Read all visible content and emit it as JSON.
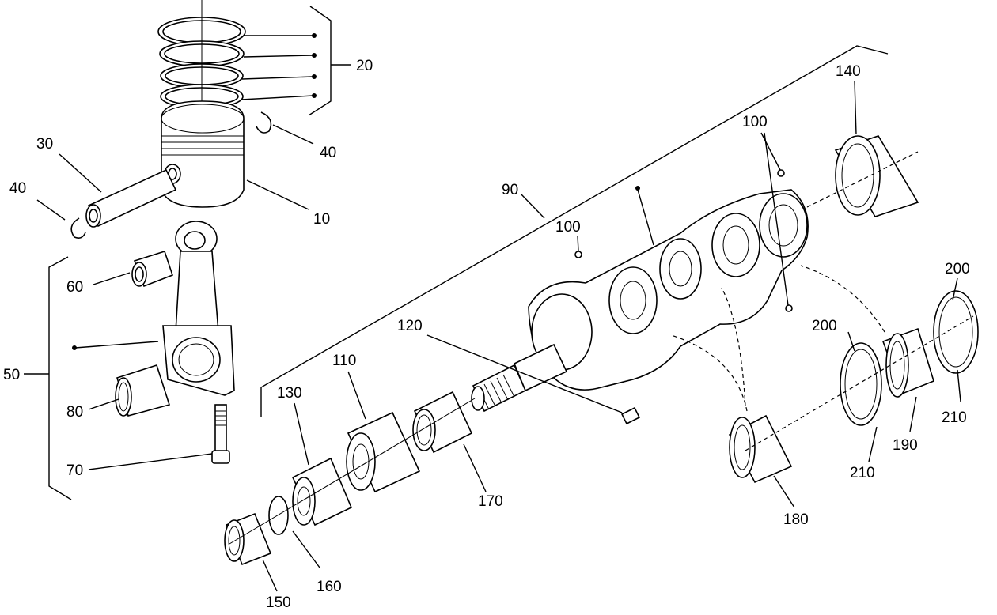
{
  "labels": {
    "l10": "10",
    "l20": "20",
    "l30": "30",
    "l40a": "40",
    "l40b": "40",
    "l50": "50",
    "l60": "60",
    "l70": "70",
    "l80": "80",
    "l90": "90",
    "l100a": "100",
    "l100b": "100",
    "l110": "110",
    "l120": "120",
    "l130": "130",
    "l140": "140",
    "l150": "150",
    "l160": "160",
    "l170": "170",
    "l180": "180",
    "l190": "190",
    "l200a": "200",
    "l200b": "200",
    "l210a": "210",
    "l210b": "210"
  }
}
